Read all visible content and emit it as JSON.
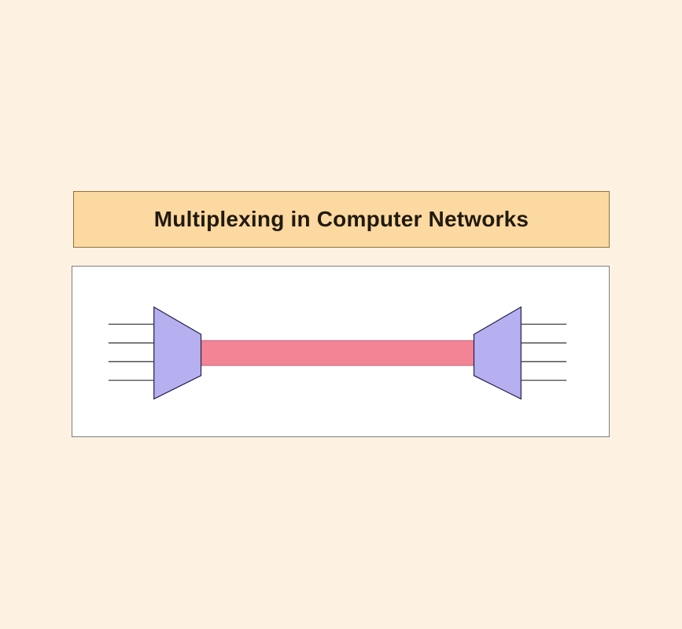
{
  "title": {
    "text": "Multiplexing in Computer Networks"
  },
  "colors": {
    "page_bg": "#fdf2e2",
    "title_bg": "#fcd9a1",
    "title_border": "#8f7340",
    "title_text": "#211a0e",
    "panel_bg": "#ffffff",
    "panel_border": "#7d7d7d",
    "mux_fill": "#b6aff0",
    "mux_stroke": "#20204a",
    "link_fill": "#f28496",
    "link_stroke": "#c4657a",
    "line_color": "#2f2f2f"
  },
  "diagram": {
    "input_line_count": 4,
    "output_line_count": 4
  }
}
